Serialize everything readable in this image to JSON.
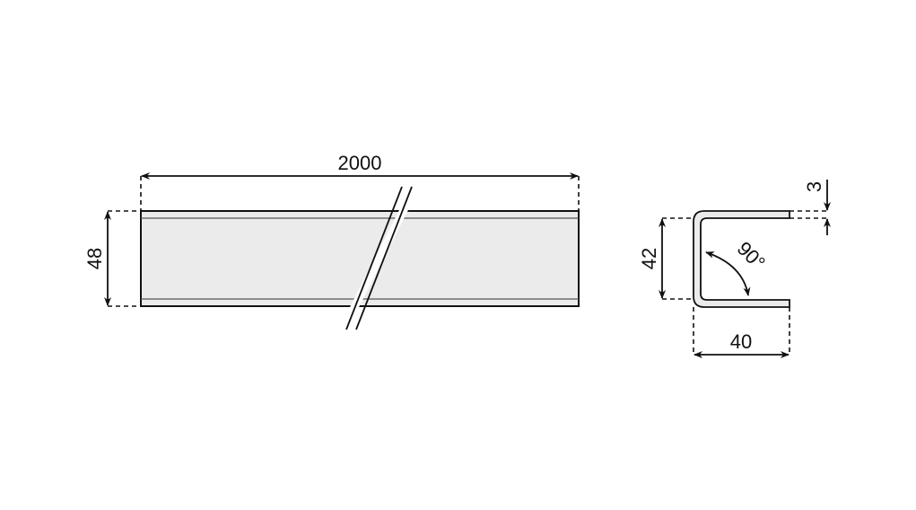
{
  "drawing": {
    "title": "U-channel profile",
    "front_view": {
      "length_label": "2000",
      "height_label": "48"
    },
    "section_view": {
      "height_label": "42",
      "width_label": "40",
      "thickness_label": "3",
      "angle_label": "90°"
    },
    "colors": {
      "fill": "#ebebeb",
      "stroke": "#111111"
    }
  }
}
